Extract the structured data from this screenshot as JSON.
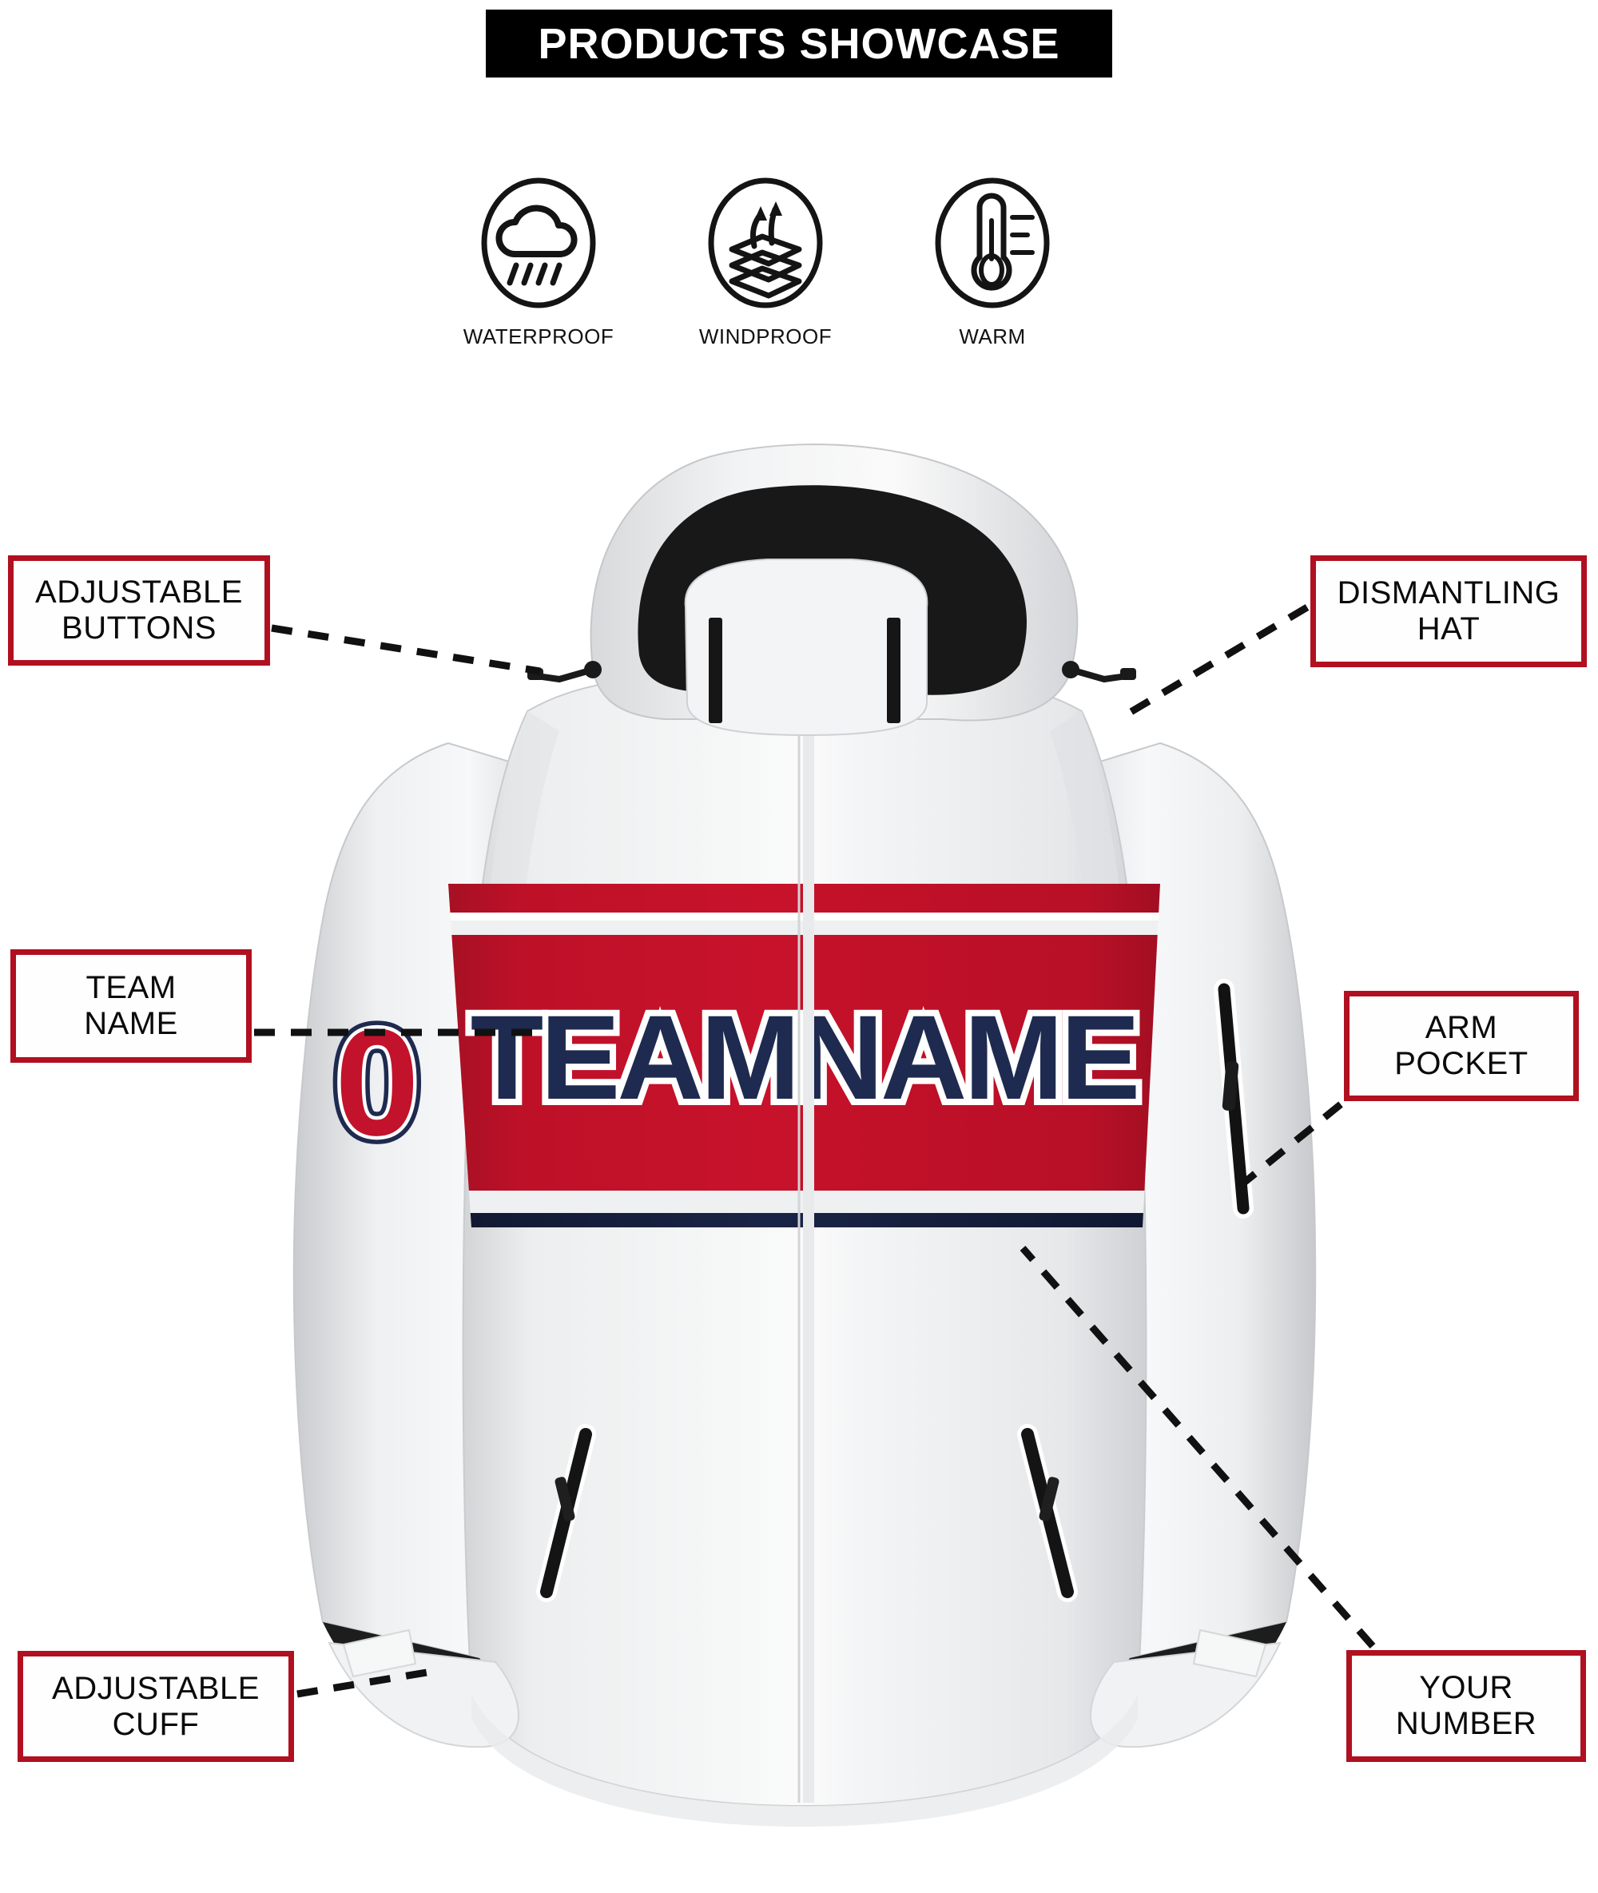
{
  "header": {
    "title": "PRODUCTS SHOWCASE",
    "banner_bg": "#000000",
    "banner_text_color": "#ffffff"
  },
  "features": [
    {
      "label": "WATERPROOF",
      "icon": "rain-cloud-icon"
    },
    {
      "label": "WINDPROOF",
      "icon": "fabric-layers-airflow-icon"
    },
    {
      "label": "WARM",
      "icon": "thermometer-icon"
    }
  ],
  "callouts": [
    {
      "id": "adjustable-buttons",
      "lines": [
        "ADJUSTABLE",
        "BUTTONS"
      ]
    },
    {
      "id": "dismantling-hat",
      "lines": [
        "DISMANTLING",
        "HAT"
      ]
    },
    {
      "id": "team-name",
      "lines": [
        "TEAM",
        "NAME"
      ]
    },
    {
      "id": "arm-pocket",
      "lines": [
        "ARM",
        "POCKET"
      ]
    },
    {
      "id": "adjustable-cuff",
      "lines": [
        "ADJUSTABLE",
        "CUFF"
      ]
    },
    {
      "id": "your-number",
      "lines": [
        "YOUR",
        "NUMBER"
      ]
    }
  ],
  "product": {
    "type": "hooded-jacket",
    "team_name_text": "TEAMNAME",
    "sleeve_number_text": "0",
    "colors": {
      "body_white": "#f2f3f4",
      "body_shade": "#d9dbdd",
      "chest_red": "#C3122B",
      "chest_red_dark": "#A80F24",
      "stripe_navy": "#16203F",
      "text_navy": "#1E2A4F",
      "text_white_outline": "#ffffff",
      "hood_lining_black": "#1a1a1a",
      "zipper_black": "#121212",
      "callout_border_red": "#B01020"
    }
  }
}
